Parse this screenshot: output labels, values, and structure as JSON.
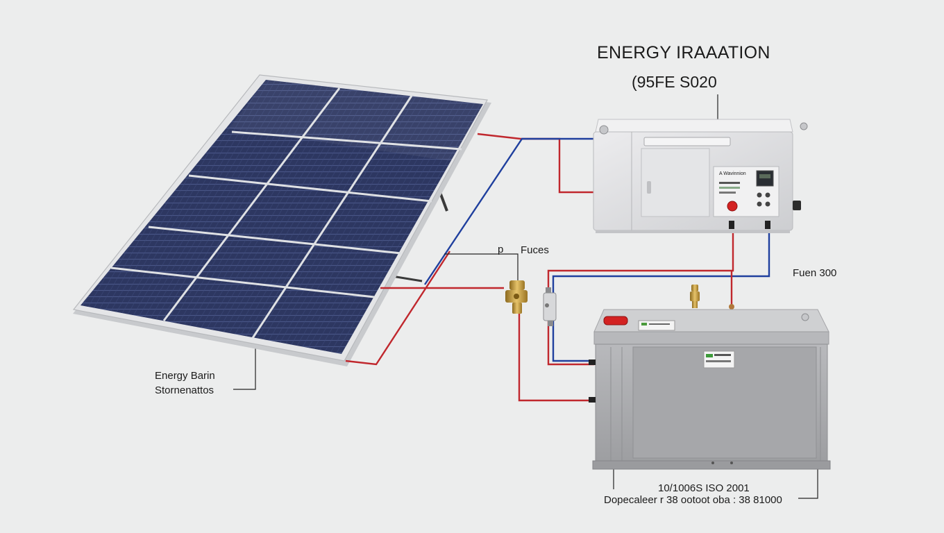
{
  "diagram": {
    "title": "ENERGY IRAAATION",
    "subtitle": "(95FE S020",
    "labels": {
      "fuses": "Fuces",
      "fuses_marker": "p",
      "fuse_value": "Fuen 300",
      "storage_line1": "Energy Barin",
      "storage_line2": "Stornenattos",
      "battery_spec_line1": "10/1006S ISO 2001",
      "battery_spec_line2": "Dopecaleer r 38 ootoot oba : 38 81000",
      "inverter_brand": "A Wavinnion"
    },
    "colors": {
      "background": "#eceded",
      "positive_wire": "#c0272d",
      "negative_wire": "#1f3f9e",
      "panel_cell": "#2c3560",
      "inverter_body": "#dedfe1",
      "battery_body": "#a9aaad",
      "fitting_brass": "#c9a041",
      "indicator_red": "#d32222"
    },
    "icons": [
      "solar-panel-icon",
      "inverter-icon",
      "battery-icon",
      "fuse-icon",
      "brass-connector-icon"
    ]
  }
}
